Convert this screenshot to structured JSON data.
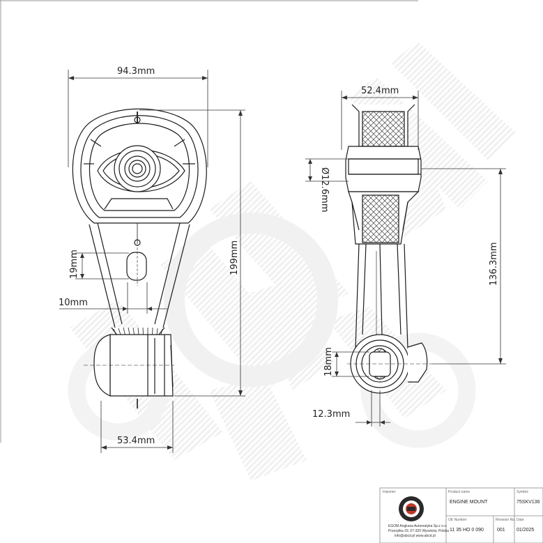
{
  "dimensions": {
    "front_width": "94.3mm",
    "front_height": "199mm",
    "slot_height": "19mm",
    "slot_width": "10mm",
    "bottom_width": "53.4mm",
    "side_width": "52.4mm",
    "bolt_diameter": "Ø12.6mm",
    "center_distance": "136.3mm",
    "bottom_bush_height": "18mm",
    "bottom_offset": "12.3mm"
  },
  "title_block": {
    "importer_label": "Importer",
    "importer_lines": [
      "EGOM Angkasa Automatyka Sp.z o.o.",
      "Przesyłka 29, 07-320 Wyszków, Polska",
      "info@abcd.pl www.abcd.pl"
    ],
    "product_name_label": "Product name",
    "product_name": "ENGINE MOUNT",
    "symbol_label": "Symbol",
    "symbol": "75SKV136",
    "oe_number_label": "OE Number",
    "oe_number": "11 35 HO 0 090",
    "revision_label": "Revision No.",
    "revision": "001",
    "date_label": "Date",
    "date": "01/2025"
  },
  "colors": {
    "line": "#1a1a1a",
    "dimension": "#333333",
    "watermark": "#eeeeee"
  }
}
